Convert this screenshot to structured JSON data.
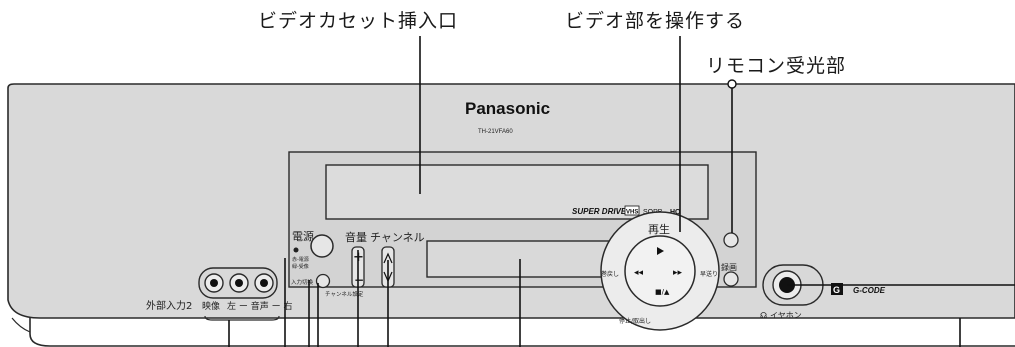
{
  "callouts": {
    "cassette_slot": "ビデオカセット挿入口",
    "video_controls": "ビデオ部を操作する",
    "remote_sensor": "リモコン受光部"
  },
  "tv": {
    "brand": "Panasonic",
    "model": "TH-21VFA60",
    "drive_logo": "SUPER DRIVE",
    "vhs_badge": "VHS",
    "sqpb": "SQPB",
    "hq": "HQ"
  },
  "panel": {
    "power": "電源",
    "power_sub1": "赤-電源",
    "power_sub2": "緑-受像",
    "input_switch": "入力切換",
    "volume": "音量",
    "channel": "チャンネル",
    "channel_setup": "チャンネル設定",
    "plus": "+",
    "minus": "−",
    "ext_input": "外部入力2",
    "video_jack": "映像",
    "audio_jacks": "左 ー 音声 ー 右",
    "play": "再生",
    "rewind": "巻戻し",
    "fast_forward": "早送り",
    "stop_eject": "停止/取出し",
    "record": "録画",
    "headphone": "イヤホン",
    "gcode": "G-CODE"
  }
}
